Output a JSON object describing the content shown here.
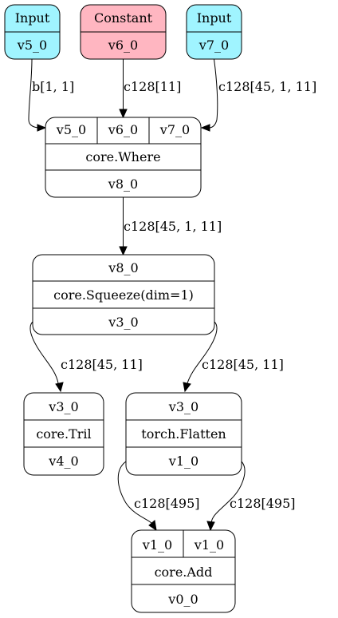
{
  "colors": {
    "input_fill": "#a0f4ff",
    "constant_fill": "#ffb6c1",
    "op_fill": "#ffffff",
    "stroke": "#000000"
  },
  "nodes": {
    "input_v5": {
      "kind": "Input",
      "name": "v5_0"
    },
    "constant_v6": {
      "kind": "Constant",
      "name": "v6_0"
    },
    "input_v7": {
      "kind": "Input",
      "name": "v7_0"
    },
    "where": {
      "ins": [
        "v5_0",
        "v6_0",
        "v7_0"
      ],
      "op": "core.Where",
      "out": "v8_0"
    },
    "squeeze": {
      "in": "v8_0",
      "op": "core.Squeeze(dim=1)",
      "out": "v3_0"
    },
    "tril": {
      "in": "v3_0",
      "op": "core.Tril",
      "out": "v4_0"
    },
    "flatten": {
      "in": "v3_0",
      "op": "torch.Flatten",
      "out": "v1_0"
    },
    "add": {
      "ins": [
        "v1_0",
        "v1_0"
      ],
      "op": "core.Add",
      "out": "v0_0"
    }
  },
  "edges": {
    "v5_to_where": "b[1, 1]",
    "v6_to_where": "c128[11]",
    "v7_to_where": "c128[45, 1, 11]",
    "where_to_squeeze": "c128[45, 1, 11]",
    "squeeze_to_tril": "c128[45, 11]",
    "squeeze_to_flatten": "c128[45, 11]",
    "flatten_to_add_a": "c128[495]",
    "flatten_to_add_b": "c128[495]"
  }
}
